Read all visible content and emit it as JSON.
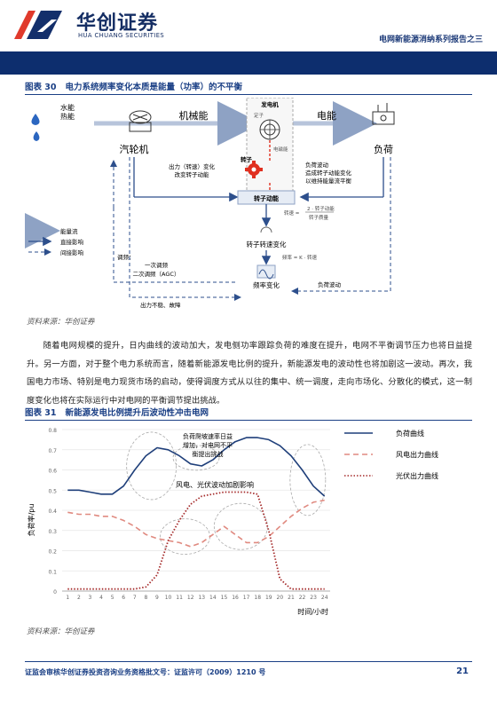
{
  "header": {
    "brand_cn": "华创证券",
    "brand_en": "HUA CHUANG SECURITIES",
    "report_title": "电网新能源消纳系列报告之三"
  },
  "figure30": {
    "label": "图表 30",
    "title": "电力系统频率变化本质是能量（功率）的不平衡",
    "source": "资料来源：华创证券",
    "nodes": {
      "water_heat": "水能\n热能",
      "water": "水能",
      "heat": "热能",
      "turbine": "汽轮机",
      "mech_energy": "机械能",
      "generator": "发电机",
      "stator": "定子",
      "rotor": "转子",
      "em_energy": "电磁能",
      "elec_energy": "电能",
      "load": "负荷",
      "output_change_1": "出力（转速）变化",
      "output_change_2": "改变转子动能",
      "load_fluct_1": "负荷波动",
      "load_fluct_2": "造成转子动能变化",
      "load_fluct_3": "以维持能量流平衡",
      "rotor_kinetic": "转子动能",
      "formula_prefix": "转速 =",
      "formula_num": "2 · 转子动能",
      "formula_den": "转子质量",
      "speed_change": "转子转速变化",
      "freq_formula": "频率 = K · 转速",
      "freq_change": "频率变化",
      "regulation": "调频：",
      "primary": "一次调频",
      "secondary": "二次调频（AGC）",
      "load_wave": "负荷波动",
      "output_unstable": "出力不稳、故障"
    },
    "legend": [
      "能量流",
      "直接影响",
      "间接影响"
    ],
    "colors": {
      "energy": "#6e88b2",
      "direct": "#2d4f8c",
      "gear": "#e03020",
      "accent": "#1a3f85"
    }
  },
  "paragraph": "随着电网规模的提升，日内曲线的波动加大，发电侧功率跟踪负荷的难度在提升，电网不平衡调节压力也将日益提升。另一方面，对于整个电力系统而言，随着新能源发电比例的提升，新能源发电的波动性也将加剧这一波动。再次，我国电力市场、特别是电力现货市场的启动，使得调度方式从以往的集中、统一调度，走向市场化、分散化的模式，这一制度变化也将在实际运行中对电网的平衡调节提出挑战。",
  "figure31": {
    "label": "图表 31",
    "title": "新能源发电比例提升后波动性冲击电网",
    "source": "资料来源：华创证券",
    "annotation1": "负荷爬坡速率日益\n增加，对电网不平\n衡提出挑战",
    "annotation2": "风电、光伏波动加剧影响"
  },
  "chart_data": {
    "type": "line",
    "ylabel": "负荷率/pu",
    "xlabel": "时间/小时",
    "ylim": [
      0,
      0.8
    ],
    "yticks": [
      0,
      0.1,
      0.2,
      0.3,
      0.4,
      0.5,
      0.6,
      0.7,
      0.8
    ],
    "x": [
      1,
      2,
      3,
      4,
      5,
      6,
      7,
      8,
      9,
      10,
      11,
      12,
      13,
      14,
      15,
      16,
      17,
      18,
      19,
      20,
      21,
      22,
      23,
      24
    ],
    "series": [
      {
        "name": "负荷曲线",
        "style": "solid",
        "color": "#1f3f7a",
        "values": [
          0.5,
          0.5,
          0.49,
          0.48,
          0.48,
          0.52,
          0.6,
          0.67,
          0.71,
          0.7,
          0.67,
          0.63,
          0.62,
          0.65,
          0.7,
          0.74,
          0.76,
          0.76,
          0.75,
          0.72,
          0.67,
          0.6,
          0.52,
          0.47
        ]
      },
      {
        "name": "风电出力曲线",
        "style": "dashed",
        "color": "#e08a80",
        "values": [
          0.39,
          0.38,
          0.38,
          0.37,
          0.37,
          0.35,
          0.32,
          0.28,
          0.26,
          0.25,
          0.24,
          0.22,
          0.24,
          0.28,
          0.32,
          0.28,
          0.24,
          0.24,
          0.27,
          0.32,
          0.37,
          0.41,
          0.44,
          0.45
        ]
      },
      {
        "name": "光伏出力曲线",
        "style": "dotted",
        "color": "#a52b2b",
        "values": [
          0.01,
          0.01,
          0.01,
          0.01,
          0.01,
          0.01,
          0.01,
          0.02,
          0.08,
          0.25,
          0.35,
          0.43,
          0.47,
          0.48,
          0.49,
          0.49,
          0.49,
          0.48,
          0.3,
          0.06,
          0.01,
          0.01,
          0.01,
          0.01
        ]
      }
    ]
  },
  "footer": {
    "note": "证监会审核华创证券投资咨询业务资格批文号：证监许可（2009）1210 号",
    "page": "21"
  }
}
